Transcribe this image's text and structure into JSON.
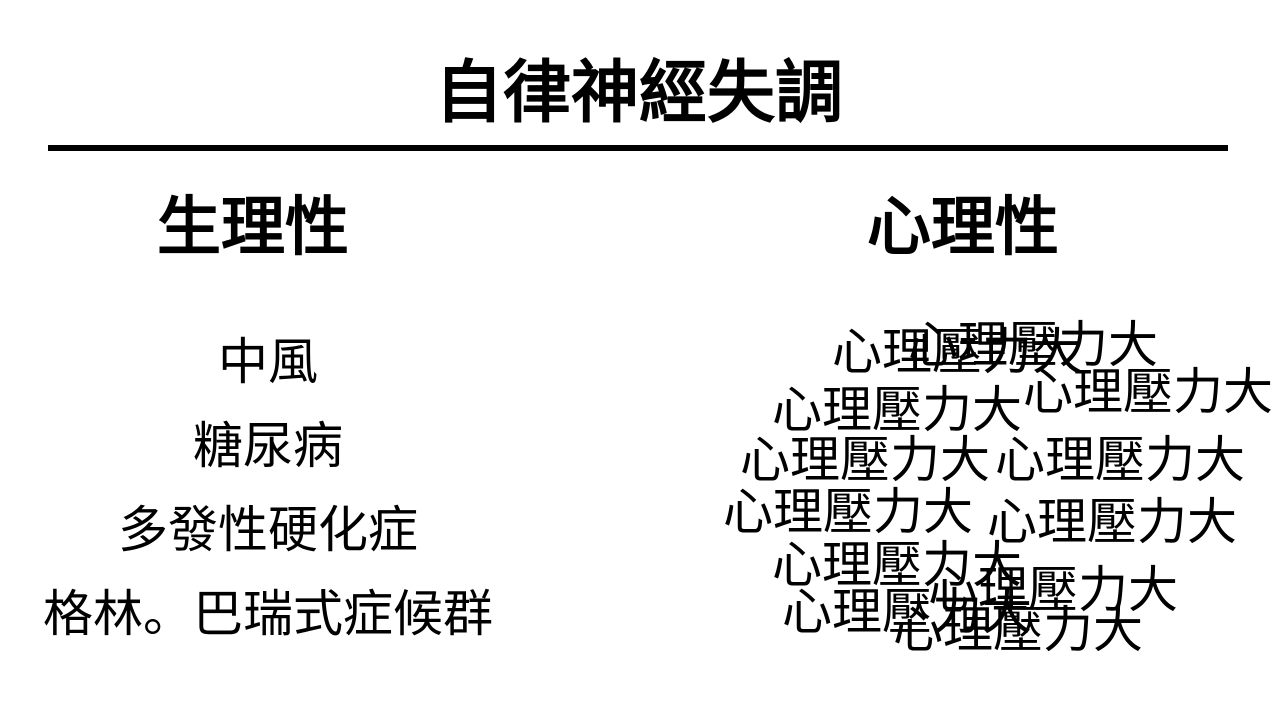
{
  "title": "自律神經失調",
  "columns": {
    "physiological": {
      "heading": "生理性",
      "items": [
        "中風",
        "糖尿病",
        "多發性硬化症",
        "格林。巴瑞式症候群"
      ]
    },
    "psychological": {
      "heading": "心理性",
      "items": [
        "心理壓力大",
        "心理壓力大",
        "心理壓力大",
        "心理壓力大",
        "心理壓力大",
        "心理壓力大",
        "心理壓力大",
        "心理壓力大",
        "心理壓力大",
        "心理壓力大",
        "心理壓力大",
        "心理壓力大"
      ]
    }
  }
}
